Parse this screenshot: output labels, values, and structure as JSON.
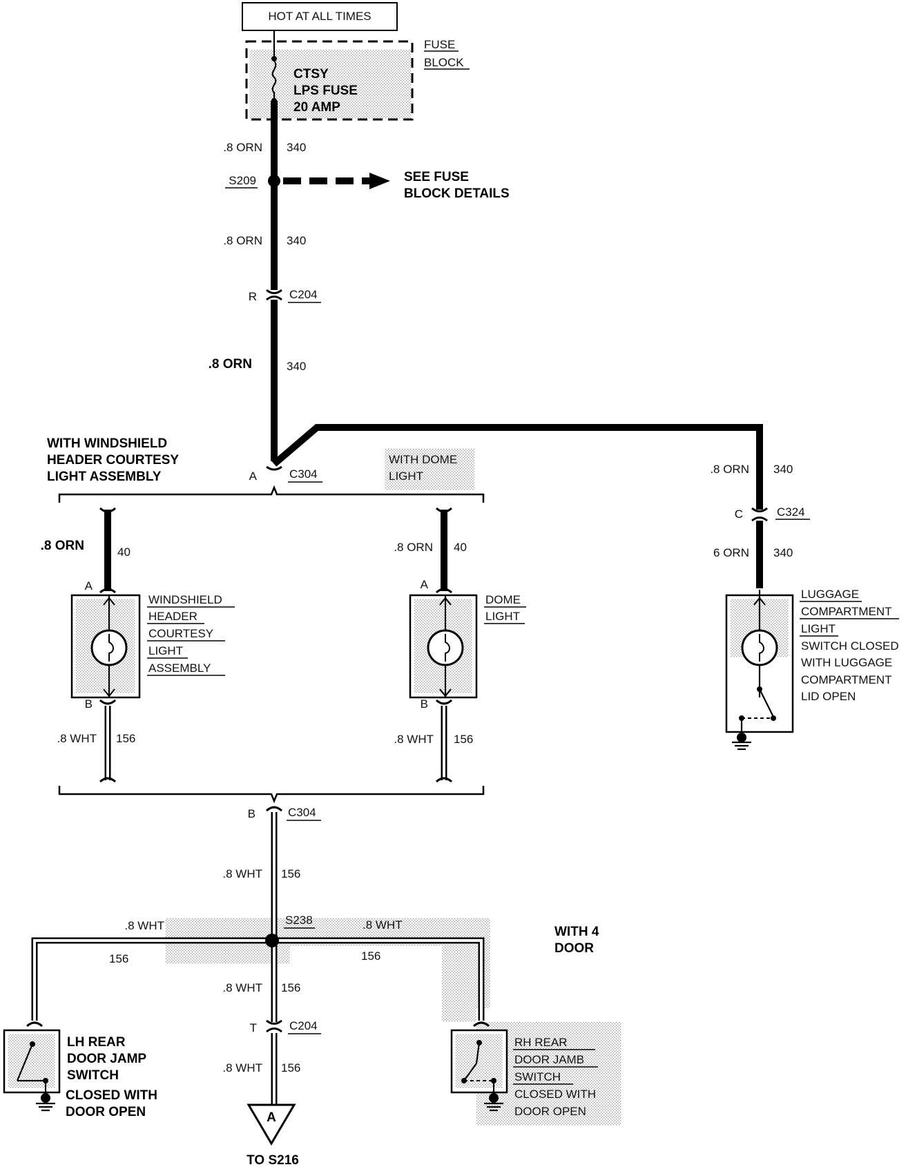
{
  "power": {
    "hot": "HOT AT ALL TIMES"
  },
  "fuse": {
    "block_line1": "FUSE",
    "block_line2": "BLOCK",
    "name1": "CTSY",
    "name2": "LPS FUSE",
    "name3": "20 AMP"
  },
  "splice_s209": {
    "id": "S209",
    "see1": "SEE FUSE",
    "see2": "BLOCK DETAILS"
  },
  "wires": {
    "w1": {
      "size": ".8 ORN",
      "circuit": "340"
    },
    "w2": {
      "size": ".8 ORN",
      "circuit": "340"
    },
    "w3": {
      "size": ".8 ORN",
      "circuit": "340"
    },
    "lug1": {
      "size": ".8 ORN",
      "circuit": "340"
    },
    "lug2": {
      "size": "6 ORN",
      "circuit": "340"
    },
    "ws_top": {
      "size": ".8 ORN",
      "circuit": "40"
    },
    "dome_top": {
      "size": ".8 ORN",
      "circuit": "40"
    },
    "ws_bot": {
      "size": ".8 WHT",
      "circuit": "156"
    },
    "dome_bot": {
      "size": ".8 WHT",
      "circuit": "156"
    },
    "main_wht1": {
      "size": ".8 WHT",
      "circuit": "156"
    },
    "lh_wht": {
      "size": ".8 WHT",
      "circuit": "156"
    },
    "rh_wht": {
      "size": ".8 WHT",
      "circuit": "156"
    },
    "main_wht2": {
      "size": ".8 WHT",
      "circuit": "156"
    },
    "main_wht3": {
      "size": ".8 WHT",
      "circuit": "156"
    }
  },
  "connectors": {
    "c204_top": {
      "pin": "R",
      "id": "C204"
    },
    "c304_a": {
      "pin": "A",
      "id": "C304"
    },
    "c324": {
      "pin": "C",
      "id": "C324"
    },
    "c304_b": {
      "pin": "B",
      "id": "C304"
    },
    "c204_bot": {
      "pin": "T",
      "id": "C204"
    },
    "ws_a": "A",
    "ws_b": "B",
    "dome_a": "A",
    "dome_b": "B"
  },
  "options": {
    "windshield": [
      "WITH WINDSHIELD",
      "HEADER COURTESY",
      "LIGHT ASSEMBLY"
    ],
    "dome": [
      "WITH DOME",
      "LIGHT"
    ],
    "four_door": [
      "WITH 4",
      "DOOR"
    ]
  },
  "components": {
    "windshield_light": [
      "WINDSHIELD",
      "HEADER",
      "COURTESY",
      "LIGHT",
      "ASSEMBLY"
    ],
    "dome_light": [
      "DOME",
      "LIGHT"
    ],
    "luggage_light": [
      "LUGGAGE",
      "COMPARTMENT",
      "LIGHT",
      "SWITCH CLOSED",
      "WITH LUGGAGE",
      "COMPARTMENT",
      "LID OPEN"
    ],
    "lh_switch": [
      "LH REAR",
      "DOOR JAMP",
      "SWITCH",
      "CLOSED WITH",
      "DOOR OPEN"
    ],
    "rh_switch": [
      "RH REAR",
      "DOOR JAMB",
      "SWITCH",
      "CLOSED WITH",
      "DOOR OPEN"
    ]
  },
  "splice_s238": {
    "id": "S238"
  },
  "terminal": {
    "letter": "A",
    "to": "TO S216"
  }
}
